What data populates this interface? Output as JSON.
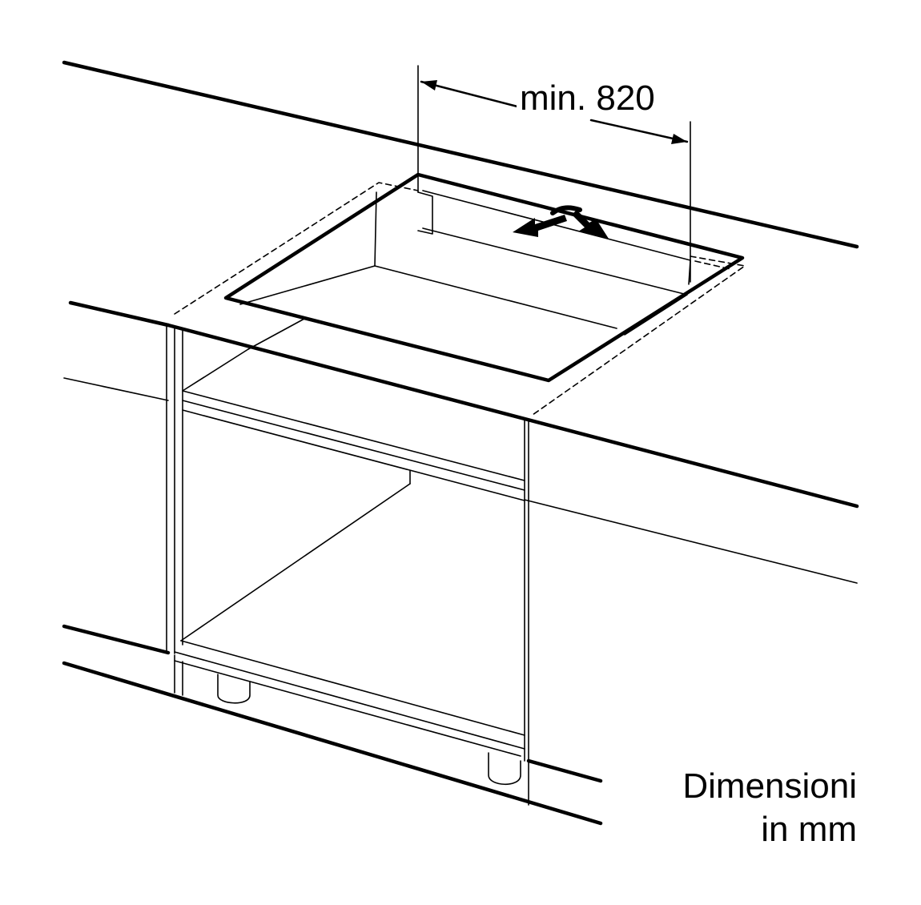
{
  "dimension": {
    "label": "min. 820"
  },
  "units_note": {
    "line1": "Dimensioni",
    "line2": "in mm"
  },
  "colors": {
    "line": "#000000",
    "background": "#ffffff"
  },
  "icons": {
    "sliding_arrows": "double-arrow-icon"
  }
}
